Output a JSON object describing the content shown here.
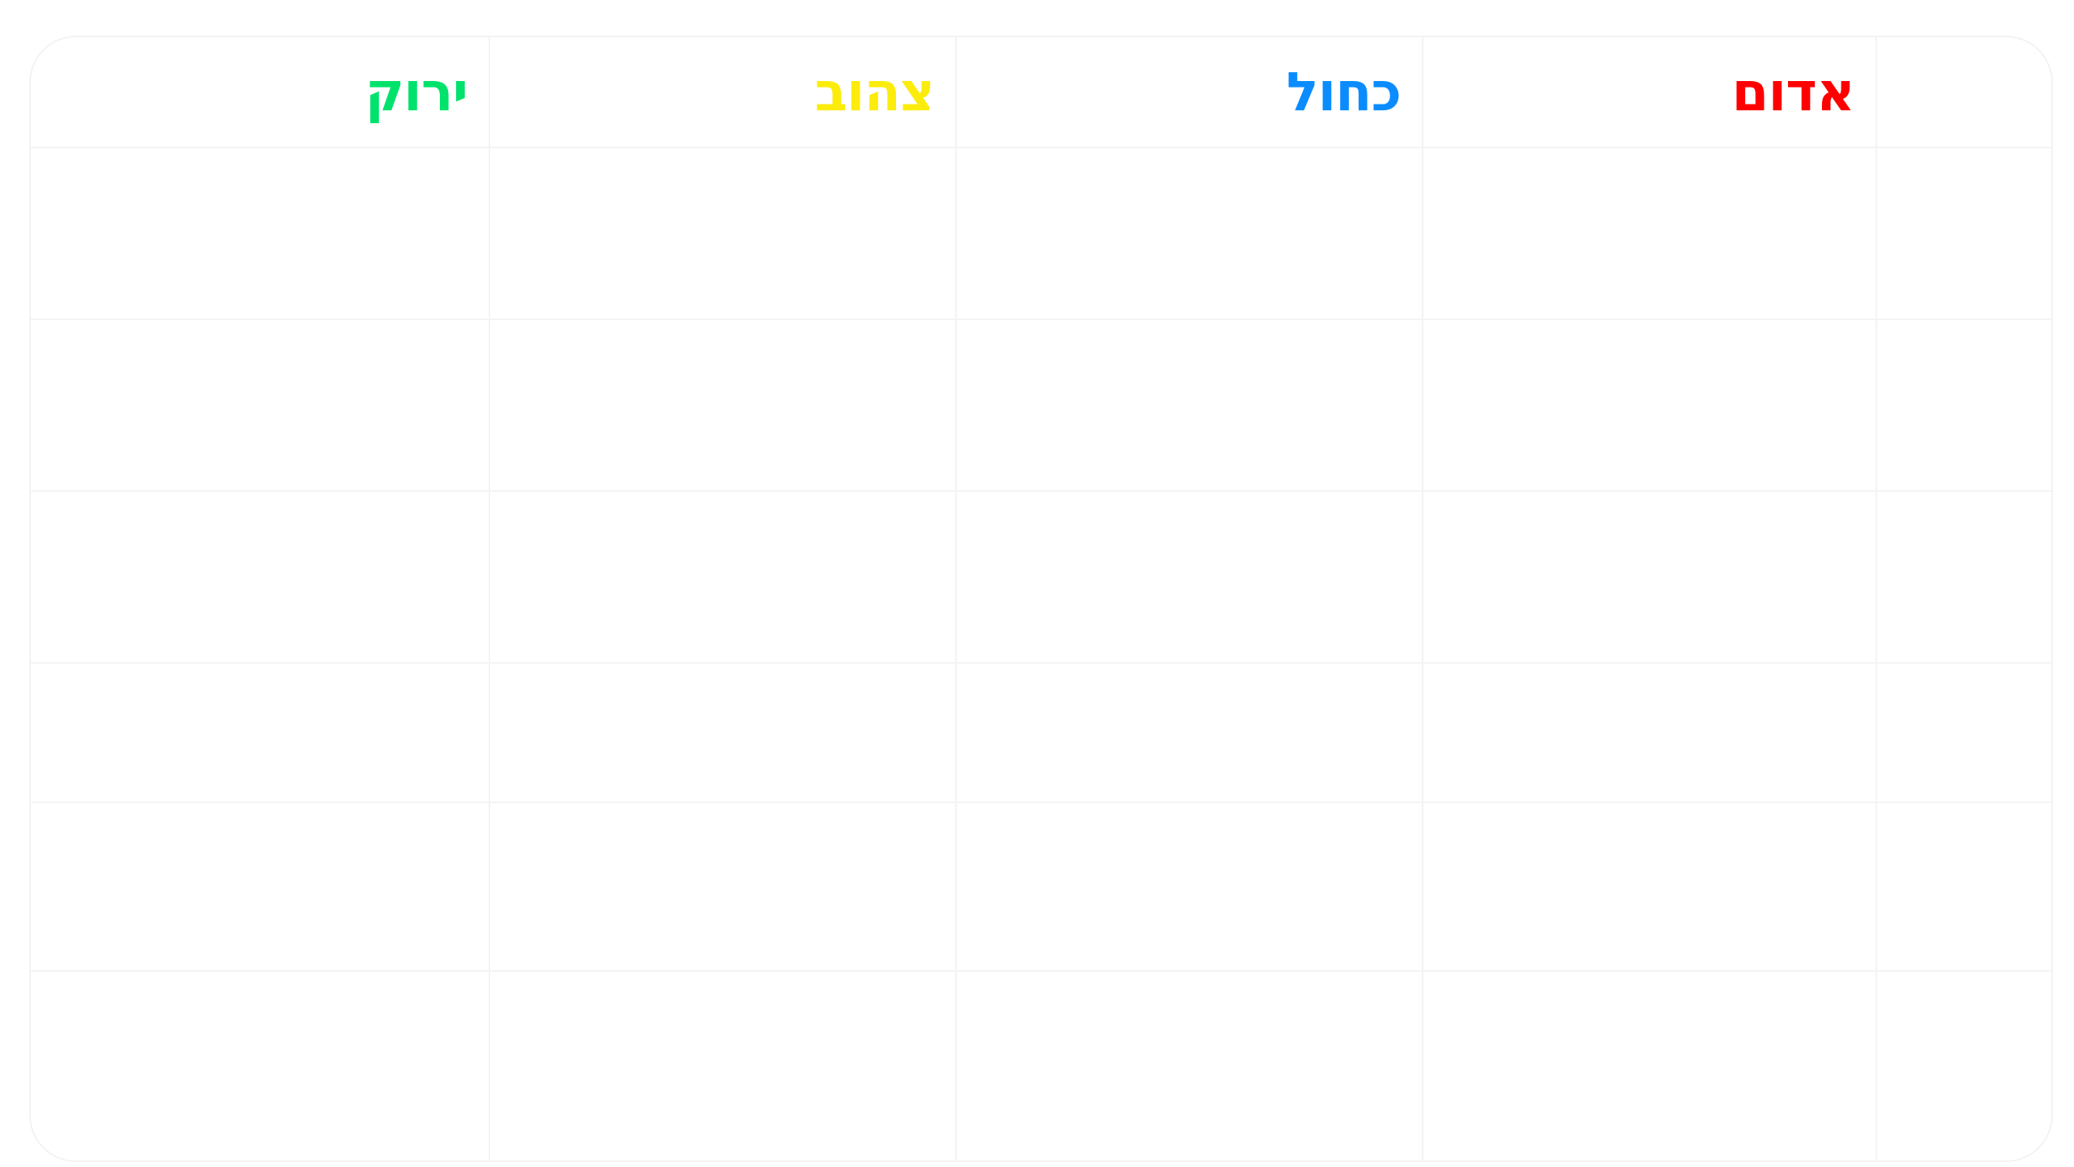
{
  "columns": {
    "red": {
      "label": "אדום",
      "color": "#ff0000"
    },
    "blue": {
      "label": "כחול",
      "color": "#0a8cff"
    },
    "yellow": {
      "label": "צהוב",
      "color": "#fcec0c"
    },
    "green": {
      "label": "ירוק",
      "color": "#00e26b"
    }
  },
  "rows": [
    {
      "label": "",
      "red": "",
      "blue": "",
      "yellow": "",
      "green": ""
    },
    {
      "label": "",
      "red": "",
      "blue": "",
      "yellow": "",
      "green": ""
    },
    {
      "label": "",
      "red": "",
      "blue": "",
      "yellow": "",
      "green": ""
    },
    {
      "label": "",
      "red": "",
      "blue": "",
      "yellow": "",
      "green": ""
    },
    {
      "label": "",
      "red": "",
      "blue": "",
      "yellow": "",
      "green": ""
    },
    {
      "label": "",
      "red": "",
      "blue": "",
      "yellow": "",
      "green": ""
    }
  ],
  "colors": {
    "background": "#ffffff",
    "grid_line": "#f4f4f4",
    "faint_text": "#f5f5f5"
  }
}
